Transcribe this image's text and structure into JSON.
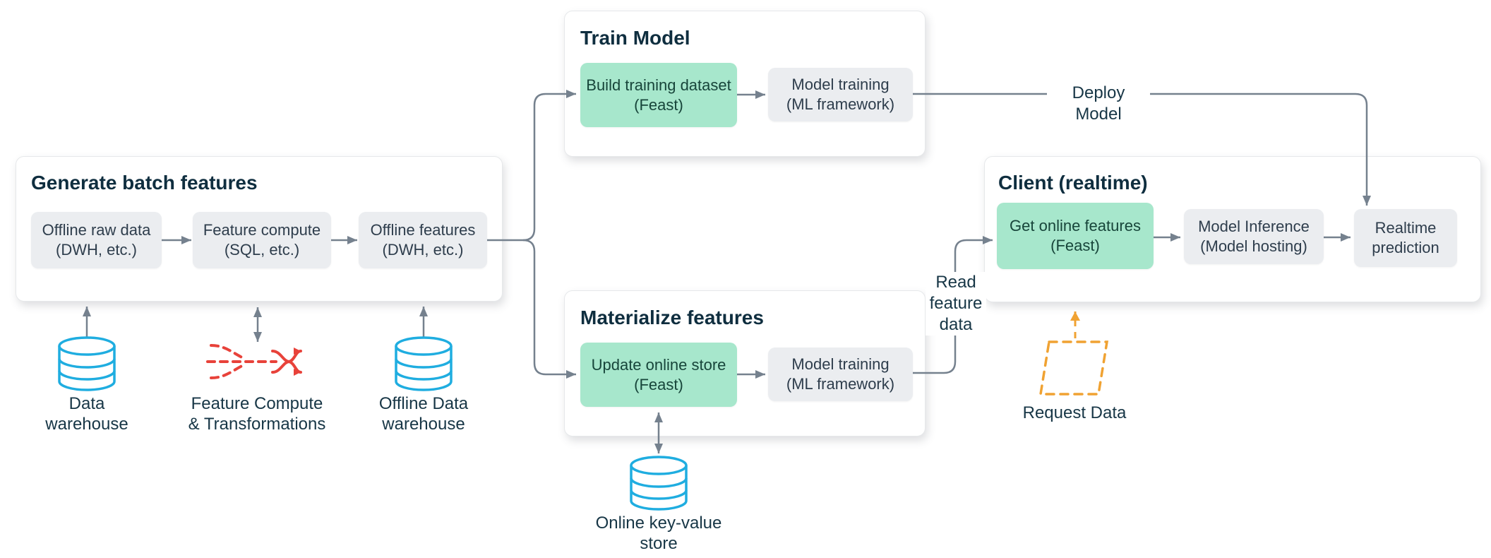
{
  "colors": {
    "green": "#a7e7cc",
    "green_text": "#17453a",
    "gray_node": "#ebedf0",
    "node_text": "#2e3d4c",
    "title_text": "#0f2e3f",
    "label_text": "#173646",
    "arrow_color": "#75818e",
    "cyan": "#1fade0",
    "red": "#e8423a",
    "orange": "#f0a232"
  },
  "groups": {
    "generate_batch": {
      "title": "Generate batch features"
    },
    "train_model": {
      "title": "Train Model"
    },
    "materialize": {
      "title": "Materialize features"
    },
    "client": {
      "title": "Client (realtime)"
    }
  },
  "nodes": {
    "offline_raw": {
      "line1": "Offline raw data",
      "line2": "(DWH, etc.)"
    },
    "feature_compute": {
      "line1": "Feature compute",
      "line2": "(SQL, etc.)"
    },
    "offline_features": {
      "line1": "Offline features",
      "line2": "(DWH, etc.)"
    },
    "build_training": {
      "line1": "Build training dataset",
      "line2": "(Feast)"
    },
    "model_training_train": {
      "line1": "Model training",
      "line2": "(ML framework)"
    },
    "update_online": {
      "line1": "Update online store",
      "line2": "(Feast)"
    },
    "model_training_mat": {
      "line1": "Model training",
      "line2": "(ML framework)"
    },
    "get_online": {
      "line1": "Get online features",
      "line2": "(Feast)"
    },
    "model_inference": {
      "line1": "Model Inference",
      "line2": "(Model hosting)"
    },
    "realtime_prediction": {
      "line1": "Realtime",
      "line2": "prediction"
    }
  },
  "icon_labels": {
    "data_warehouse": {
      "line1": "Data",
      "line2": "warehouse"
    },
    "feature_compute_transformations": {
      "line1": "Feature Compute",
      "line2": "& Transformations"
    },
    "offline_data_warehouse": {
      "line1": "Offline Data",
      "line2": "warehouse"
    },
    "online_key_value_store": {
      "line1": "Online key-value",
      "line2": "store"
    },
    "request_data": "Request Data"
  },
  "edge_labels": {
    "deploy_model": "Deploy Model",
    "read_feature_data": {
      "line1": "Read",
      "line2": "feature",
      "line3": "data"
    }
  }
}
